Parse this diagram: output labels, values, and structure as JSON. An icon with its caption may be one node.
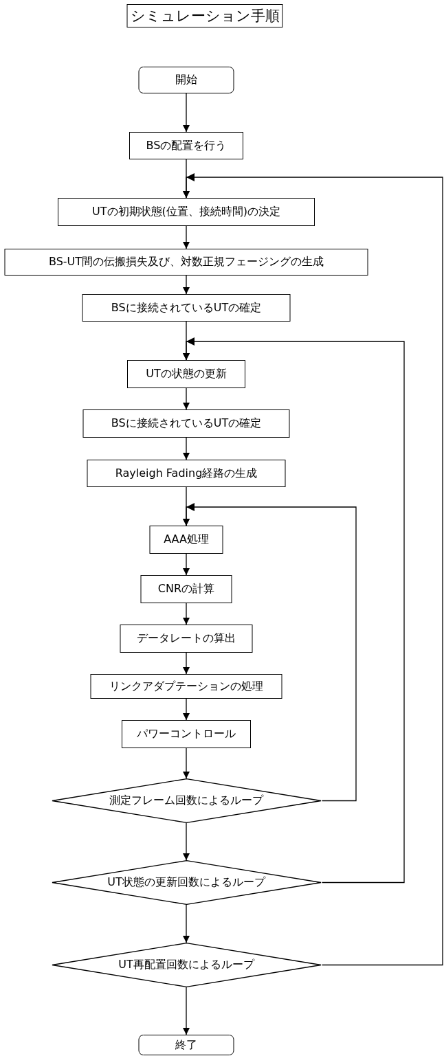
{
  "diagram": {
    "title": "シミュレーション手順",
    "nodes": [
      {
        "text": [
          "開始"
        ]
      },
      {
        "text": [
          "BSの配置を行う"
        ]
      },
      {
        "text": [
          "UTの初期状態(位置、接続時間)の決定"
        ]
      },
      {
        "text": [
          "BS-UT間の伝搬損失及び、対数正規フェージングの生成"
        ]
      },
      {
        "text": [
          "BSに接続されているUTの確定"
        ]
      },
      {
        "text": [
          "UTの状態の更新"
        ]
      },
      {
        "text": [
          "BSに接続されているUTの確定"
        ]
      },
      {
        "text": [
          "Rayleigh Fading経路の生成"
        ]
      },
      {
        "text": [
          "AAA処理"
        ]
      },
      {
        "text": [
          "CNRの計算"
        ]
      },
      {
        "text": [
          "データレートの算出"
        ]
      },
      {
        "text": [
          "リンクアダプテーションの処理"
        ]
      },
      {
        "text": [
          "パワーコントロール"
        ]
      },
      {
        "text": [
          "測定フレーム回数によるループ"
        ]
      },
      {
        "text": [
          "UT状態の更新回数によるループ"
        ]
      },
      {
        "text": [
          "UT再配置回数によるループ"
        ]
      },
      {
        "text": [
          "終了"
        ]
      }
    ],
    "edges": [
      {
        "from": 0,
        "to": 1,
        "arrow": "to"
      },
      {
        "from": 1,
        "to": 2,
        "arrow": "to"
      },
      {
        "from": 2,
        "to": 3,
        "arrow": "to"
      },
      {
        "from": 3,
        "to": 4,
        "arrow": "to"
      },
      {
        "from": 4,
        "to": 5,
        "arrow": "to"
      },
      {
        "from": 5,
        "to": 6,
        "arrow": "to"
      },
      {
        "from": 6,
        "to": 7,
        "arrow": "to"
      },
      {
        "from": 7,
        "to": 8,
        "arrow": "to"
      },
      {
        "from": 8,
        "to": 9,
        "arrow": "to"
      },
      {
        "from": 9,
        "to": 10,
        "arrow": "to"
      },
      {
        "from": 10,
        "to": 11,
        "arrow": "to"
      },
      {
        "from": 11,
        "to": 12,
        "arrow": "to"
      },
      {
        "from": 12,
        "to": 13,
        "arrow": "to"
      },
      {
        "from": 13,
        "to": 14,
        "arrow": "to"
      },
      {
        "from": 14,
        "to": 15,
        "arrow": "to"
      },
      {
        "from": 15,
        "to": 16,
        "arrow": "to"
      },
      {
        "from": 13,
        "to": 8,
        "arrow": "to"
      },
      {
        "from": 14,
        "to": 5,
        "arrow": "to"
      },
      {
        "from": 15,
        "to": 2,
        "arrow": "to"
      }
    ]
  }
}
